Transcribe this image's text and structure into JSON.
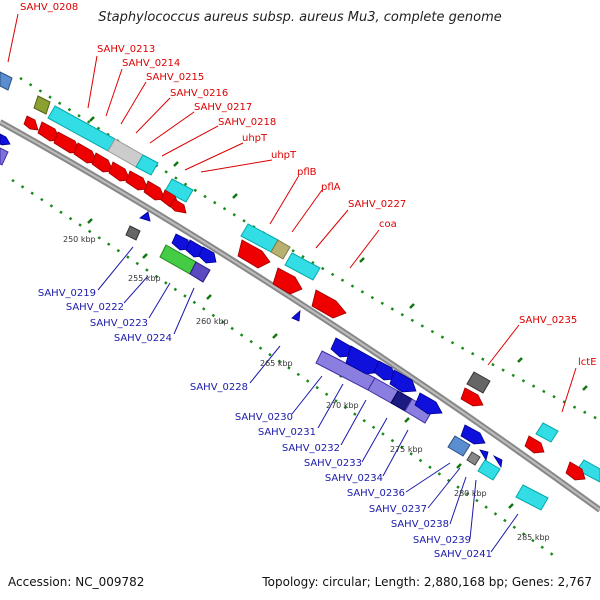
{
  "title": "Staphylococcus aureus subsp. aureus Mu3, complete genome",
  "footer": {
    "accession": "Accession: NC_009782",
    "summary": "Topology: circular; Length: 2,880,168 bp; Genes: 2,767"
  },
  "colors": {
    "backbone": "#8f8f8f",
    "upper_label": "#dd0000",
    "lower_label": "#1a1aaa",
    "red_feature": "#ee0000",
    "cyan_feature": "#33dde6",
    "blue_feature": "#1010dd",
    "purple_feature": "#7e70dd",
    "green_feature": "#44cc44",
    "gray_feature": "#666666",
    "light_gray_feature": "#cccccc",
    "tick_green": "#117711"
  },
  "upper_labels": [
    "SAHV_0208",
    "SAHV_0213",
    "SAHV_0214",
    "SAHV_0215",
    "SAHV_0216",
    "SAHV_0217",
    "SAHV_0218",
    "uhpT",
    "uhpT",
    "pflB",
    "pflA",
    "SAHV_0227",
    "coa",
    "SAHV_0235",
    "lctE"
  ],
  "lower_labels": [
    "SAHV_0219",
    "SAHV_0222",
    "SAHV_0223",
    "SAHV_0224",
    "SAHV_0228",
    "SAHV_0230",
    "SAHV_0231",
    "SAHV_0232",
    "SAHV_0233",
    "SAHV_0234",
    "SAHV_0236",
    "SAHV_0237",
    "SAHV_0238",
    "SAHV_0239",
    "SAHV_0241"
  ],
  "kbp_labels": [
    "250 kbp",
    "255 kbp",
    "260 kbp",
    "265 kbp",
    "270 kbp",
    "275 kbp",
    "280 kbp",
    "285 kbp"
  ]
}
